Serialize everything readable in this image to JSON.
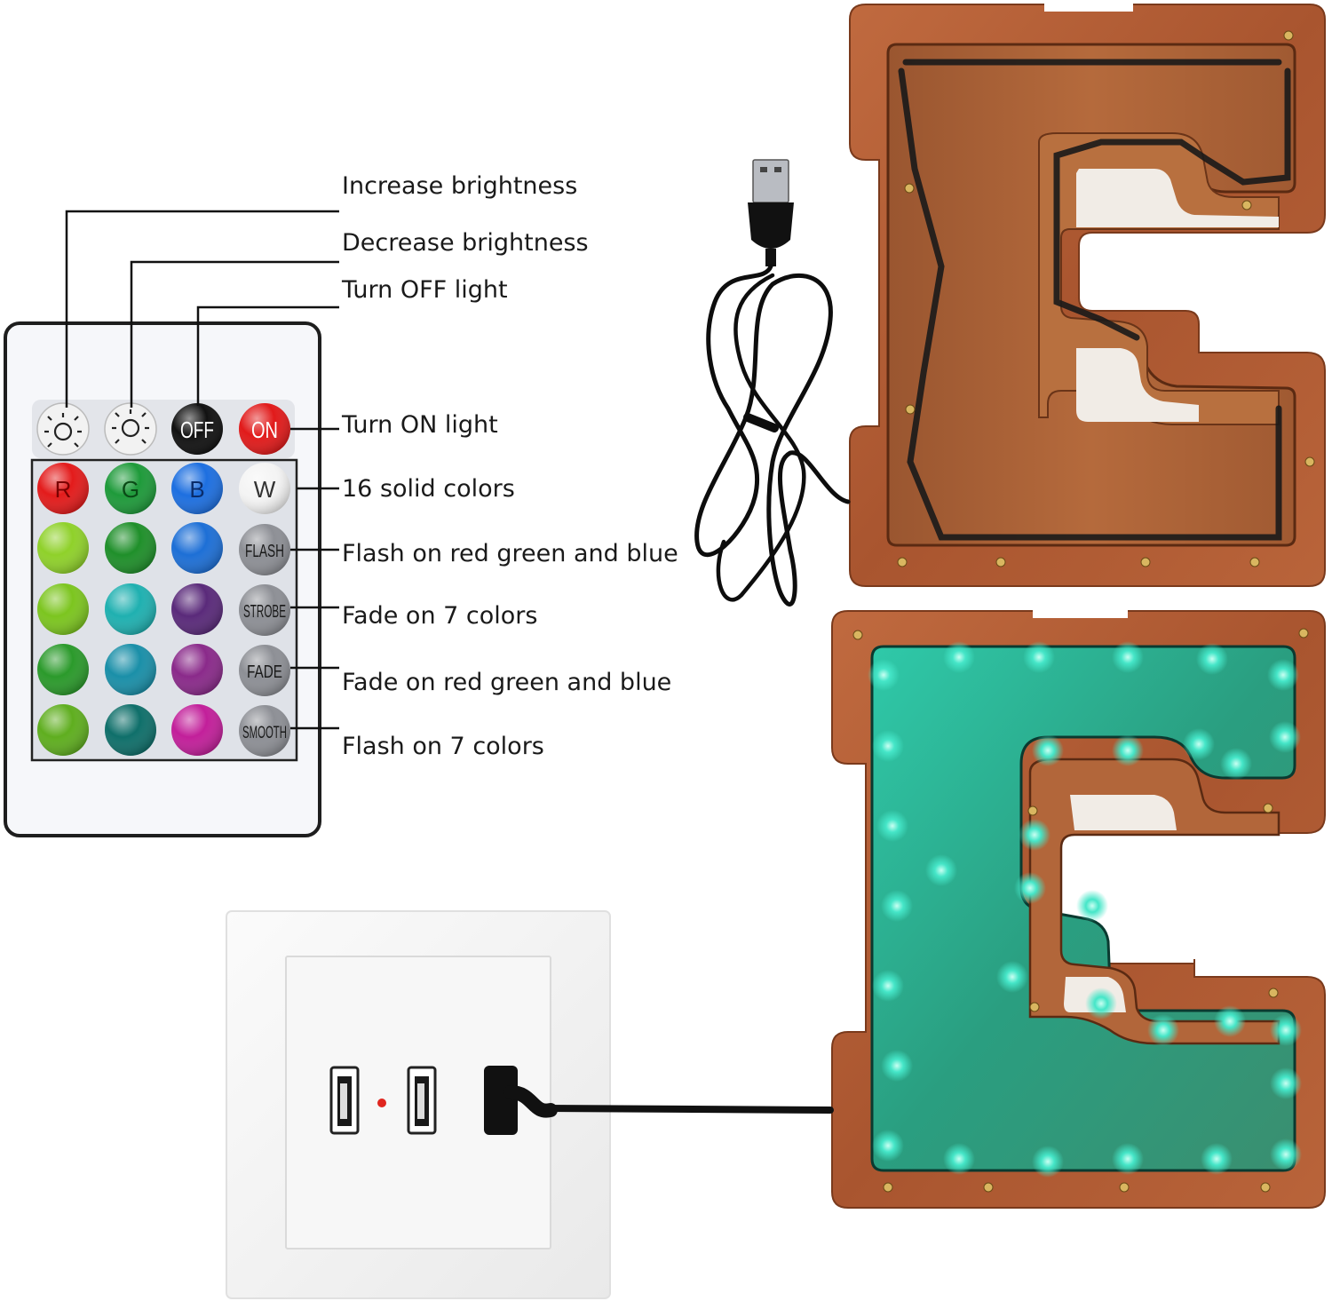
{
  "annotations": {
    "increase_brightness": "Increase brightness",
    "decrease_brightness": "Decrease brightness",
    "turn_off": "Turn OFF light",
    "turn_on": "Turn ON light",
    "solid_colors": "16 solid colors",
    "flash_rgb": "Flash on red green and blue",
    "fade_7": "Fade on 7 colors",
    "fade_rgb": "Fade on red green and blue",
    "flash_7": "Flash on 7 colors"
  },
  "remote": {
    "off_label": "OFF",
    "on_label": "ON",
    "r_label": "R",
    "g_label": "G",
    "b_label": "B",
    "w_label": "W",
    "flash_label": "FLASH",
    "strobe_label": "STROBE",
    "fade_label": "FADE",
    "smooth_label": "SMOOTH",
    "color_grid": [
      "#8fd12a",
      "#1f8f2a",
      "#1d6fd6",
      "#7cc51f",
      "#1fb0b0",
      "#5a2a7a",
      "#2b9a2b",
      "#1a8fa8",
      "#8a2a8a",
      "#5fae1f",
      "#0f6f6a",
      "#c21f9a"
    ],
    "icons": [
      "brightness-up-icon",
      "brightness-down-icon"
    ]
  },
  "colors": {
    "wood": "#b5623a",
    "wood_dark": "#8a3f22",
    "glow": "#37e0c0",
    "accent_red": "#e11a1a"
  }
}
